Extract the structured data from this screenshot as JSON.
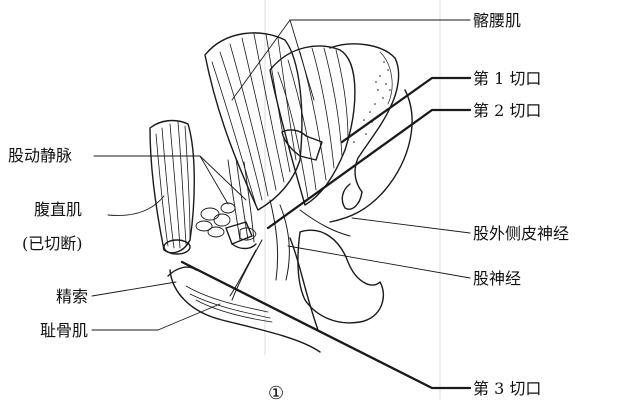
{
  "labels": {
    "iliopsoas": "髂腰肌",
    "incision1": "第 1 切口",
    "incision2": "第 2 切口",
    "femoral_vessels": "股动静脉",
    "lat_fem_cut_nerve": "股外侧皮神经",
    "rectus_abdominis": "腹直肌",
    "rectus_cut": "(已切断)",
    "femoral_nerve": "股神经",
    "spermatic_cord": "精索",
    "pectineus": "耻骨肌",
    "incision3": "第 3 切口",
    "figure_number": "①"
  }
}
